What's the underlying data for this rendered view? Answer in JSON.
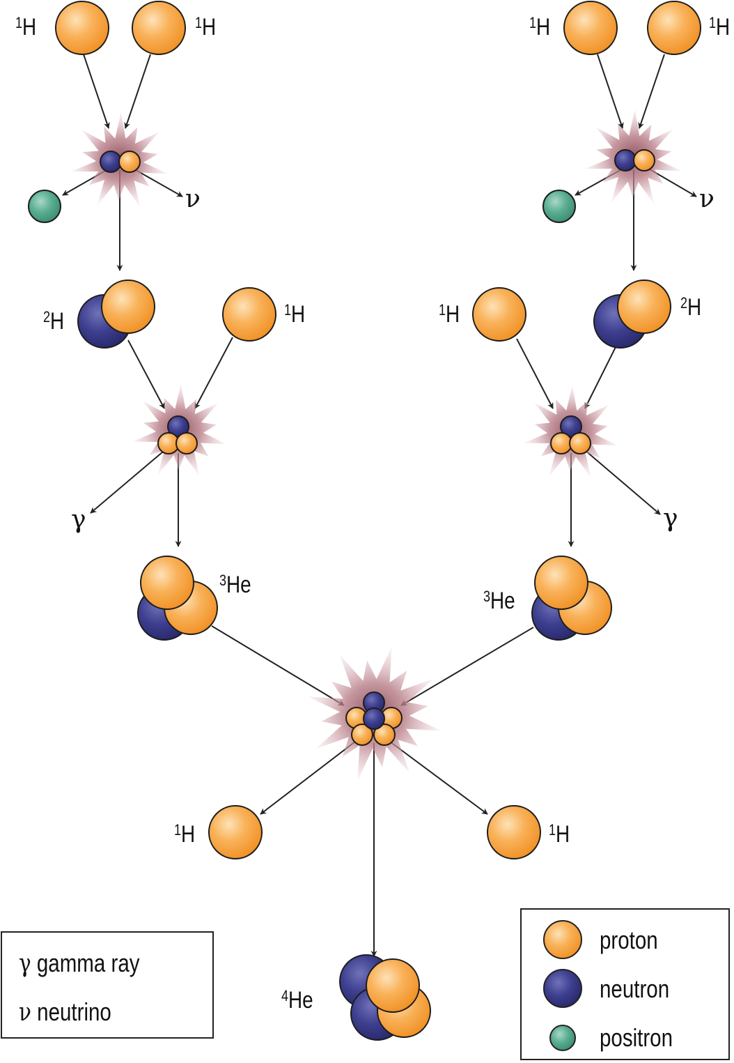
{
  "colors": {
    "proton": "#f7a33e",
    "neutron": "#3b3c8c",
    "positron": "#4fa58a",
    "flash": "#c98b95",
    "line": "#222222"
  },
  "labels": {
    "h1_top_left_a": {
      "mass": "1",
      "el": "H"
    },
    "h1_top_left_b": {
      "mass": "1",
      "el": "H"
    },
    "h1_top_right_a": {
      "mass": "1",
      "el": "H"
    },
    "h1_top_right_b": {
      "mass": "1",
      "el": "H"
    },
    "h2_left": {
      "mass": "2",
      "el": "H"
    },
    "h1_mid_left": {
      "mass": "1",
      "el": "H"
    },
    "h1_mid_right": {
      "mass": "1",
      "el": "H"
    },
    "h2_right": {
      "mass": "2",
      "el": "H"
    },
    "he3_left": {
      "mass": "3",
      "el": "He"
    },
    "he3_right": {
      "mass": "3",
      "el": "He"
    },
    "h1_out_left": {
      "mass": "1",
      "el": "H"
    },
    "h1_out_right": {
      "mass": "1",
      "el": "H"
    },
    "he4": {
      "mass": "4",
      "el": "He"
    }
  },
  "symbols": {
    "nu": "ν",
    "gamma": "γ"
  },
  "legend_left": {
    "items": [
      {
        "symbol": "γ",
        "text": "gamma ray"
      },
      {
        "symbol": "ν",
        "text": "neutrino"
      }
    ]
  },
  "legend_right": {
    "items": [
      {
        "particle": "proton",
        "text": "proton"
      },
      {
        "particle": "neutron",
        "text": "neutron"
      },
      {
        "particle": "positron",
        "text": "positron"
      }
    ]
  }
}
